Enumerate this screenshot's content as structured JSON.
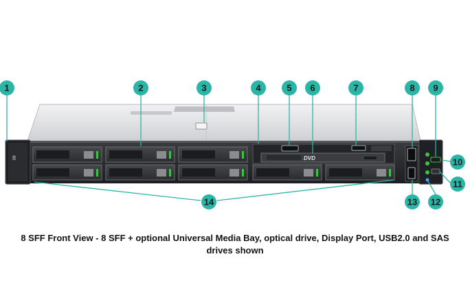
{
  "callouts": [
    {
      "id": "callout-1",
      "number": "1"
    },
    {
      "id": "callout-2",
      "number": "2"
    },
    {
      "id": "callout-3",
      "number": "3"
    },
    {
      "id": "callout-4",
      "number": "4"
    },
    {
      "id": "callout-5",
      "number": "5"
    },
    {
      "id": "callout-6",
      "number": "6"
    },
    {
      "id": "callout-7",
      "number": "7"
    },
    {
      "id": "callout-8",
      "number": "8"
    },
    {
      "id": "callout-9",
      "number": "9"
    },
    {
      "id": "callout-10",
      "number": "10"
    },
    {
      "id": "callout-11",
      "number": "11"
    },
    {
      "id": "callout-12",
      "number": "12"
    },
    {
      "id": "callout-13",
      "number": "13"
    },
    {
      "id": "callout-14",
      "number": "14"
    }
  ],
  "server": {
    "optical_drive_label": "DVD",
    "ear_label": "8"
  },
  "caption": {
    "line1": "8 SFF Front View - 8 SFF + optional Universal Media Bay, optical drive, Display Port, USB2.0 and SAS",
    "line2": "drives shown"
  },
  "colors": {
    "callout": "#2bb5a6",
    "led_green": "#3fc24a",
    "chassis_top": "#dcdde0",
    "front_panel": "#2a2c2f"
  }
}
